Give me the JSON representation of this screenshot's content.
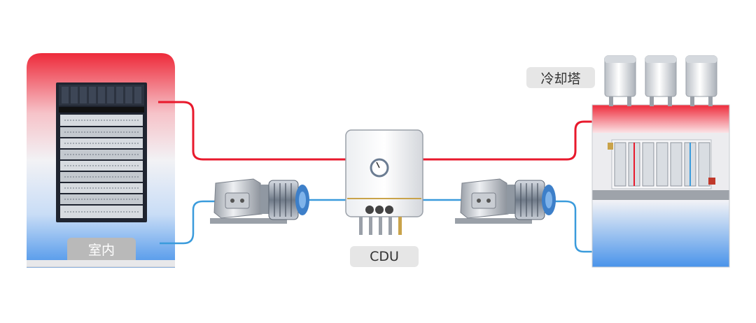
{
  "labels": {
    "indoor": "室内",
    "cdu": "CDU",
    "cooling_tower": "冷却塔"
  },
  "colors": {
    "hot_pipe": "#e8192c",
    "cold_pipe": "#3a9bdc",
    "hot_gradient_top": "#ef3a4a",
    "cold_gradient_bottom": "#3e8ee8",
    "rack_dark": "#1f2430"
  },
  "icons": [
    "server-rack-icon",
    "pump-icon",
    "cdu-unit-icon",
    "pressure-gauge-icon",
    "cooling-tower-fan-icon",
    "heat-exchanger-icon"
  ]
}
